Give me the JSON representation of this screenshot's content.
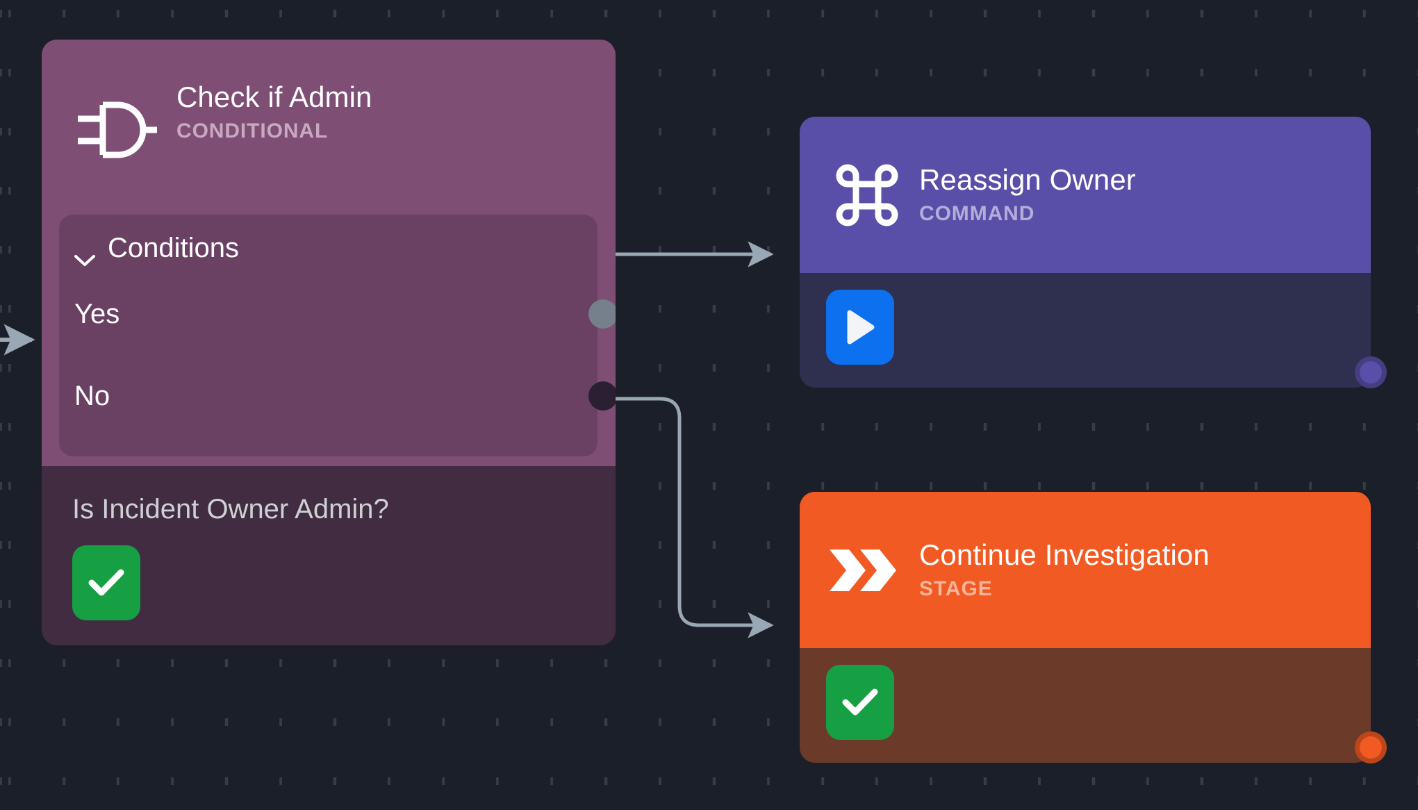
{
  "canvas": {
    "background_color": "#1b1f2a",
    "grid": "dot-dash-grid",
    "edge_color": "#9aa7b4"
  },
  "nodes": [
    {
      "id": "check-if-admin",
      "title": "Check if Admin",
      "subtitle": "CONDITIONAL",
      "icon": "logic-gate-icon",
      "header_color": "#7e4e74",
      "body_color": "#412c42",
      "question": "Is Incident Owner Admin?",
      "action_button": {
        "icon": "check-icon",
        "color": "#17a043"
      },
      "conditions": {
        "label": "Conditions",
        "collapse_icon": "chevron-down-icon",
        "expanded": true,
        "options": [
          {
            "label": "Yes",
            "port_color": "#767f8c"
          },
          {
            "label": "No",
            "port_color": "#2b2033"
          }
        ]
      }
    },
    {
      "id": "reassign-owner",
      "title": "Reassign Owner",
      "subtitle": "COMMAND",
      "icon": "command-key-icon",
      "header_color": "#5a4fa8",
      "body_color": "#2f2f50",
      "action_button": {
        "icon": "play-icon",
        "color": "#0c70ef"
      },
      "output_port_color": "#5a4fa8"
    },
    {
      "id": "continue-investigation",
      "title": "Continue Investigation",
      "subtitle": "STAGE",
      "icon": "double-chevron-right-icon",
      "header_color": "#f15a22",
      "body_color": "#6b3a29",
      "action_button": {
        "icon": "check-icon",
        "color": "#17a043"
      },
      "output_port_color": "#f15a22"
    }
  ],
  "edges": [
    {
      "id": "edge-input",
      "from": "canvas-left",
      "to": "check-if-admin"
    },
    {
      "id": "edge-yes",
      "from": "check-if-admin.Yes",
      "to": "reassign-owner"
    },
    {
      "id": "edge-no",
      "from": "check-if-admin.No",
      "to": "continue-investigation"
    }
  ]
}
